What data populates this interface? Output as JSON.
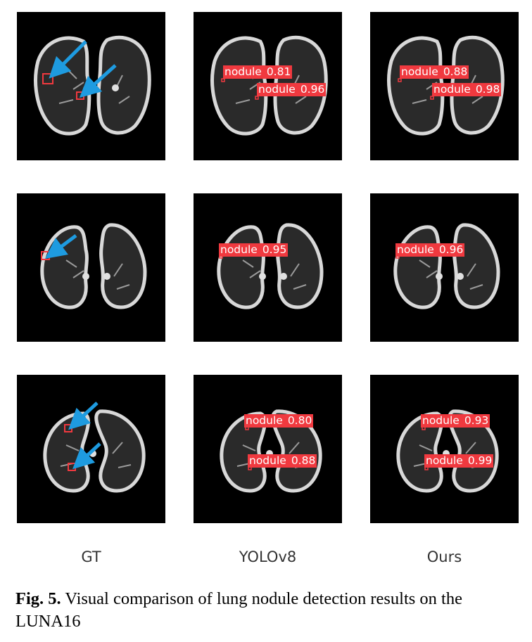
{
  "columns": [
    {
      "key": "gt",
      "label": "GT"
    },
    {
      "key": "yolo",
      "label": "YOLOv8"
    },
    {
      "key": "ours",
      "label": "Ours"
    }
  ],
  "detections": {
    "row1": {
      "yolo": [
        {
          "label": "nodule",
          "score": "0.81"
        },
        {
          "label": "nodule",
          "score": "0.96"
        }
      ],
      "ours": [
        {
          "label": "nodule",
          "score": "0.88"
        },
        {
          "label": "nodule",
          "score": "0.98"
        }
      ]
    },
    "row2": {
      "yolo": [
        {
          "label": "nodule",
          "score": "0.95"
        }
      ],
      "ours": [
        {
          "label": "nodule",
          "score": "0.96"
        }
      ]
    },
    "row3": {
      "yolo": [
        {
          "label": "nodule",
          "score": "0.80"
        },
        {
          "label": "nodule",
          "score": "0.88"
        }
      ],
      "ours": [
        {
          "label": "nodule",
          "score": "0.93"
        },
        {
          "label": "nodule",
          "score": "0.99"
        }
      ]
    }
  },
  "caption": {
    "figure_number": "Fig. 5.",
    "text": "Visual comparison of lung nodule detection results on the LUNA16"
  },
  "colors": {
    "detection_box": "#f0393f",
    "arrow": "#1e9be0",
    "background": "#000000"
  }
}
